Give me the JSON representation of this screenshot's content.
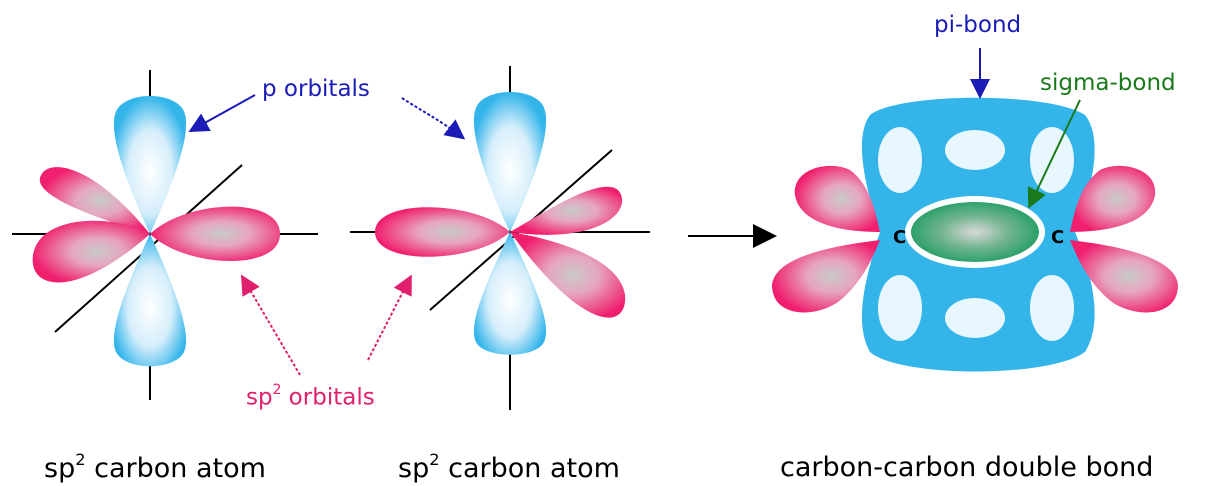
{
  "colors": {
    "p_orbital": "#33b5ea",
    "sp2_orbital": "#f0206e",
    "sigma_bond": "#1f9d63",
    "label_p": "#1b1bb8",
    "label_sp2": "#e0206e",
    "label_sigma": "#1a7a1a",
    "axis": "#000000"
  },
  "labels": {
    "p_orbitals": "p orbitals",
    "sp2_orbitals_base": "sp",
    "sp2_orbitals_sup": "2",
    "sp2_orbitals_tail": " orbitals",
    "pi_bond": "pi-bond",
    "sigma_bond": "sigma-bond",
    "carbon_left": "C",
    "carbon_right": "C"
  },
  "captions": {
    "atom1_base": "sp",
    "atom1_sup": "2",
    "atom1_tail": " carbon atom",
    "atom2_base": "sp",
    "atom2_sup": "2",
    "atom2_tail": " carbon atom",
    "double_bond": "carbon-carbon double bond"
  }
}
